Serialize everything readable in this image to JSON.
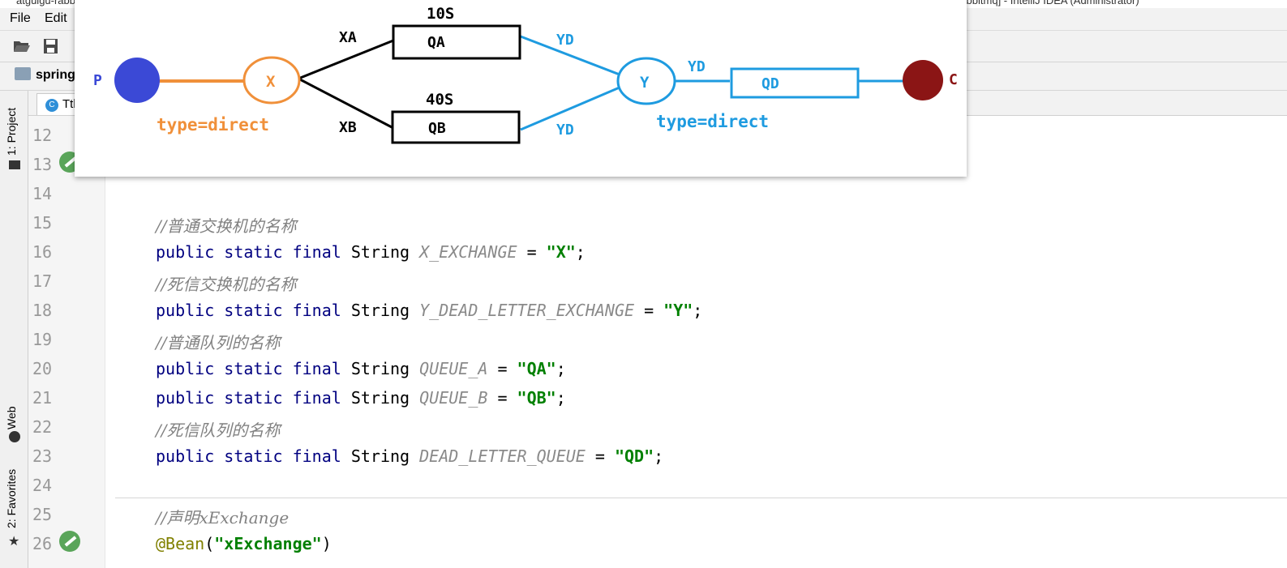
{
  "window": {
    "title_left": "atguigu-rabbitmq",
    "title_right": "rabbitmq] - IntelliJ IDEA (Administrator)"
  },
  "menu": {
    "file": "File",
    "edit": "Edit"
  },
  "navbar": {
    "crumb": "spring"
  },
  "left_strip": {
    "project": "1: Project",
    "web": "Web",
    "favorites": "2: Favorites"
  },
  "tab": {
    "label": "TtlQ"
  },
  "diagram": {
    "producer": "P",
    "consumer": "C",
    "exchange_x": "X",
    "exchange_y": "Y",
    "left_type": "type=direct",
    "right_type": "type=direct",
    "route_xa": "XA",
    "route_xb": "XB",
    "queue_a": "QA",
    "queue_b": "QB",
    "queue_d": "QD",
    "ttl_a": "10S",
    "ttl_b": "40S",
    "yd_top": "YD",
    "yd_bottom": "YD",
    "yd_right": "YD",
    "colors": {
      "orange": "#f0903a",
      "blue": "#1e9be0",
      "producer": "#3b49d6",
      "consumer": "#8b1515"
    }
  },
  "gutter": {
    "lines": [
      "12",
      "13",
      "14",
      "15",
      "16",
      "17",
      "18",
      "19",
      "20",
      "21",
      "22",
      "23",
      "24",
      "25",
      "26"
    ]
  },
  "code": {
    "c15": "//普通交换机的名称",
    "c17": "//死信交换机的名称",
    "c19": "//普通队列的名称",
    "c22": "//死信队列的名称",
    "c25": "//声明xExchange",
    "kw": "public static final",
    "type": "String",
    "n16": "X_EXCHANGE",
    "v16": "\"X\"",
    "n18": "Y_DEAD_LETTER_EXCHANGE",
    "v18": "\"Y\"",
    "n20": "QUEUE_A",
    "v20": "\"QA\"",
    "n21": "QUEUE_B",
    "v21": "\"QB\"",
    "n23": "DEAD_LETTER_QUEUE",
    "v23": "\"QD\"",
    "eq": " = ",
    "semi": ";",
    "ann26": "@Bean",
    "arg26": "\"xExchange\""
  }
}
